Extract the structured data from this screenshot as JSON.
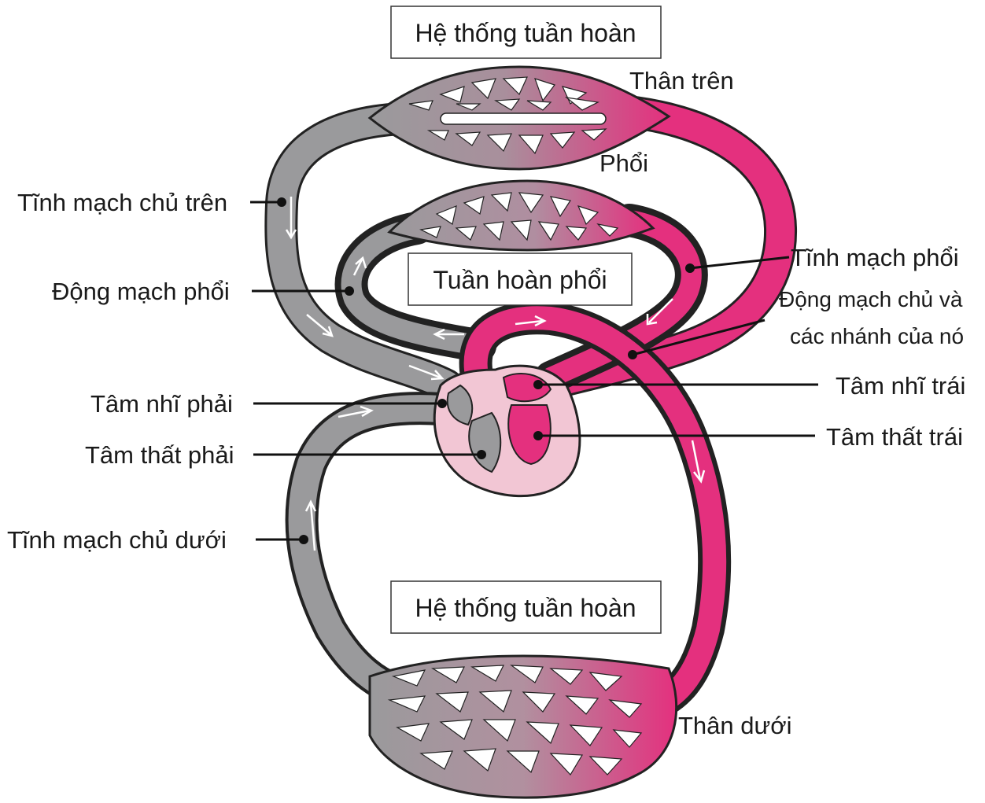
{
  "colors": {
    "deoxygenated": "#9a9a9c",
    "oxygenated": "#e4307e",
    "heart_light": "#f2c6d4",
    "outline": "#222222"
  },
  "boxes": {
    "systemic_top": "Hệ thống tuần hoàn",
    "pulmonary": "Tuần hoàn phổi",
    "systemic_bottom": "Hệ thống tuần hoàn"
  },
  "region_labels": {
    "upper_body": "Thân trên",
    "lungs": "Phổi",
    "lower_body": "Thân dưới"
  },
  "left_labels": {
    "superior_vena_cava": "Tĩnh mạch chủ trên",
    "pulmonary_artery": "Động mạch phổi",
    "right_atrium": "Tâm nhĩ phải",
    "right_ventricle": "Tâm thất phải",
    "inferior_vena_cava": "Tĩnh mạch chủ dưới"
  },
  "right_labels": {
    "pulmonary_vein": "Tĩnh mạch phổi",
    "aorta_line1": "Động mạch chủ và",
    "aorta_line2": "các nhánh của nó",
    "left_atrium": "Tâm nhĩ trái",
    "left_ventricle": "Tâm thất trái"
  }
}
